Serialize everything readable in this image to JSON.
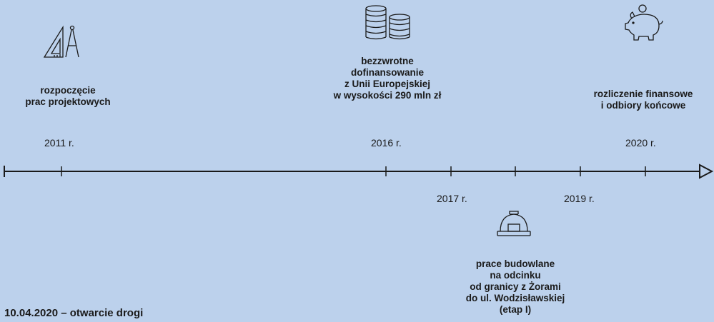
{
  "events_above": [
    {
      "lines": [
        "rozpoczęcie",
        "prac projektowych"
      ],
      "year": "2011 r.",
      "icon": "drafting-tools-icon"
    },
    {
      "lines": [
        "bezzwrotne",
        "dofinansowanie",
        "z Unii Europejskiej",
        "w wysokości 290 mln zł"
      ],
      "year": "2016 r.",
      "icon": "coin-stacks-icon"
    },
    {
      "lines": [
        "rozliczenie finansowe",
        "i odbiory końcowe"
      ],
      "year": "2020 r.",
      "icon": "piggy-bank-icon"
    }
  ],
  "events_below": [
    {
      "lines": [
        "prace budowlane",
        "na odcinku",
        "od granicy z Żorami",
        "do ul. Wodzisławskiej",
        "(etap I)"
      ],
      "icon": "hard-hat-icon"
    }
  ],
  "years_below": [
    "2017 r.",
    "2019 r."
  ],
  "footer": "10.04.2020 – otwarcie drogi",
  "colors": {
    "background": "#bcd1ec",
    "line": "#1a1a1a"
  }
}
